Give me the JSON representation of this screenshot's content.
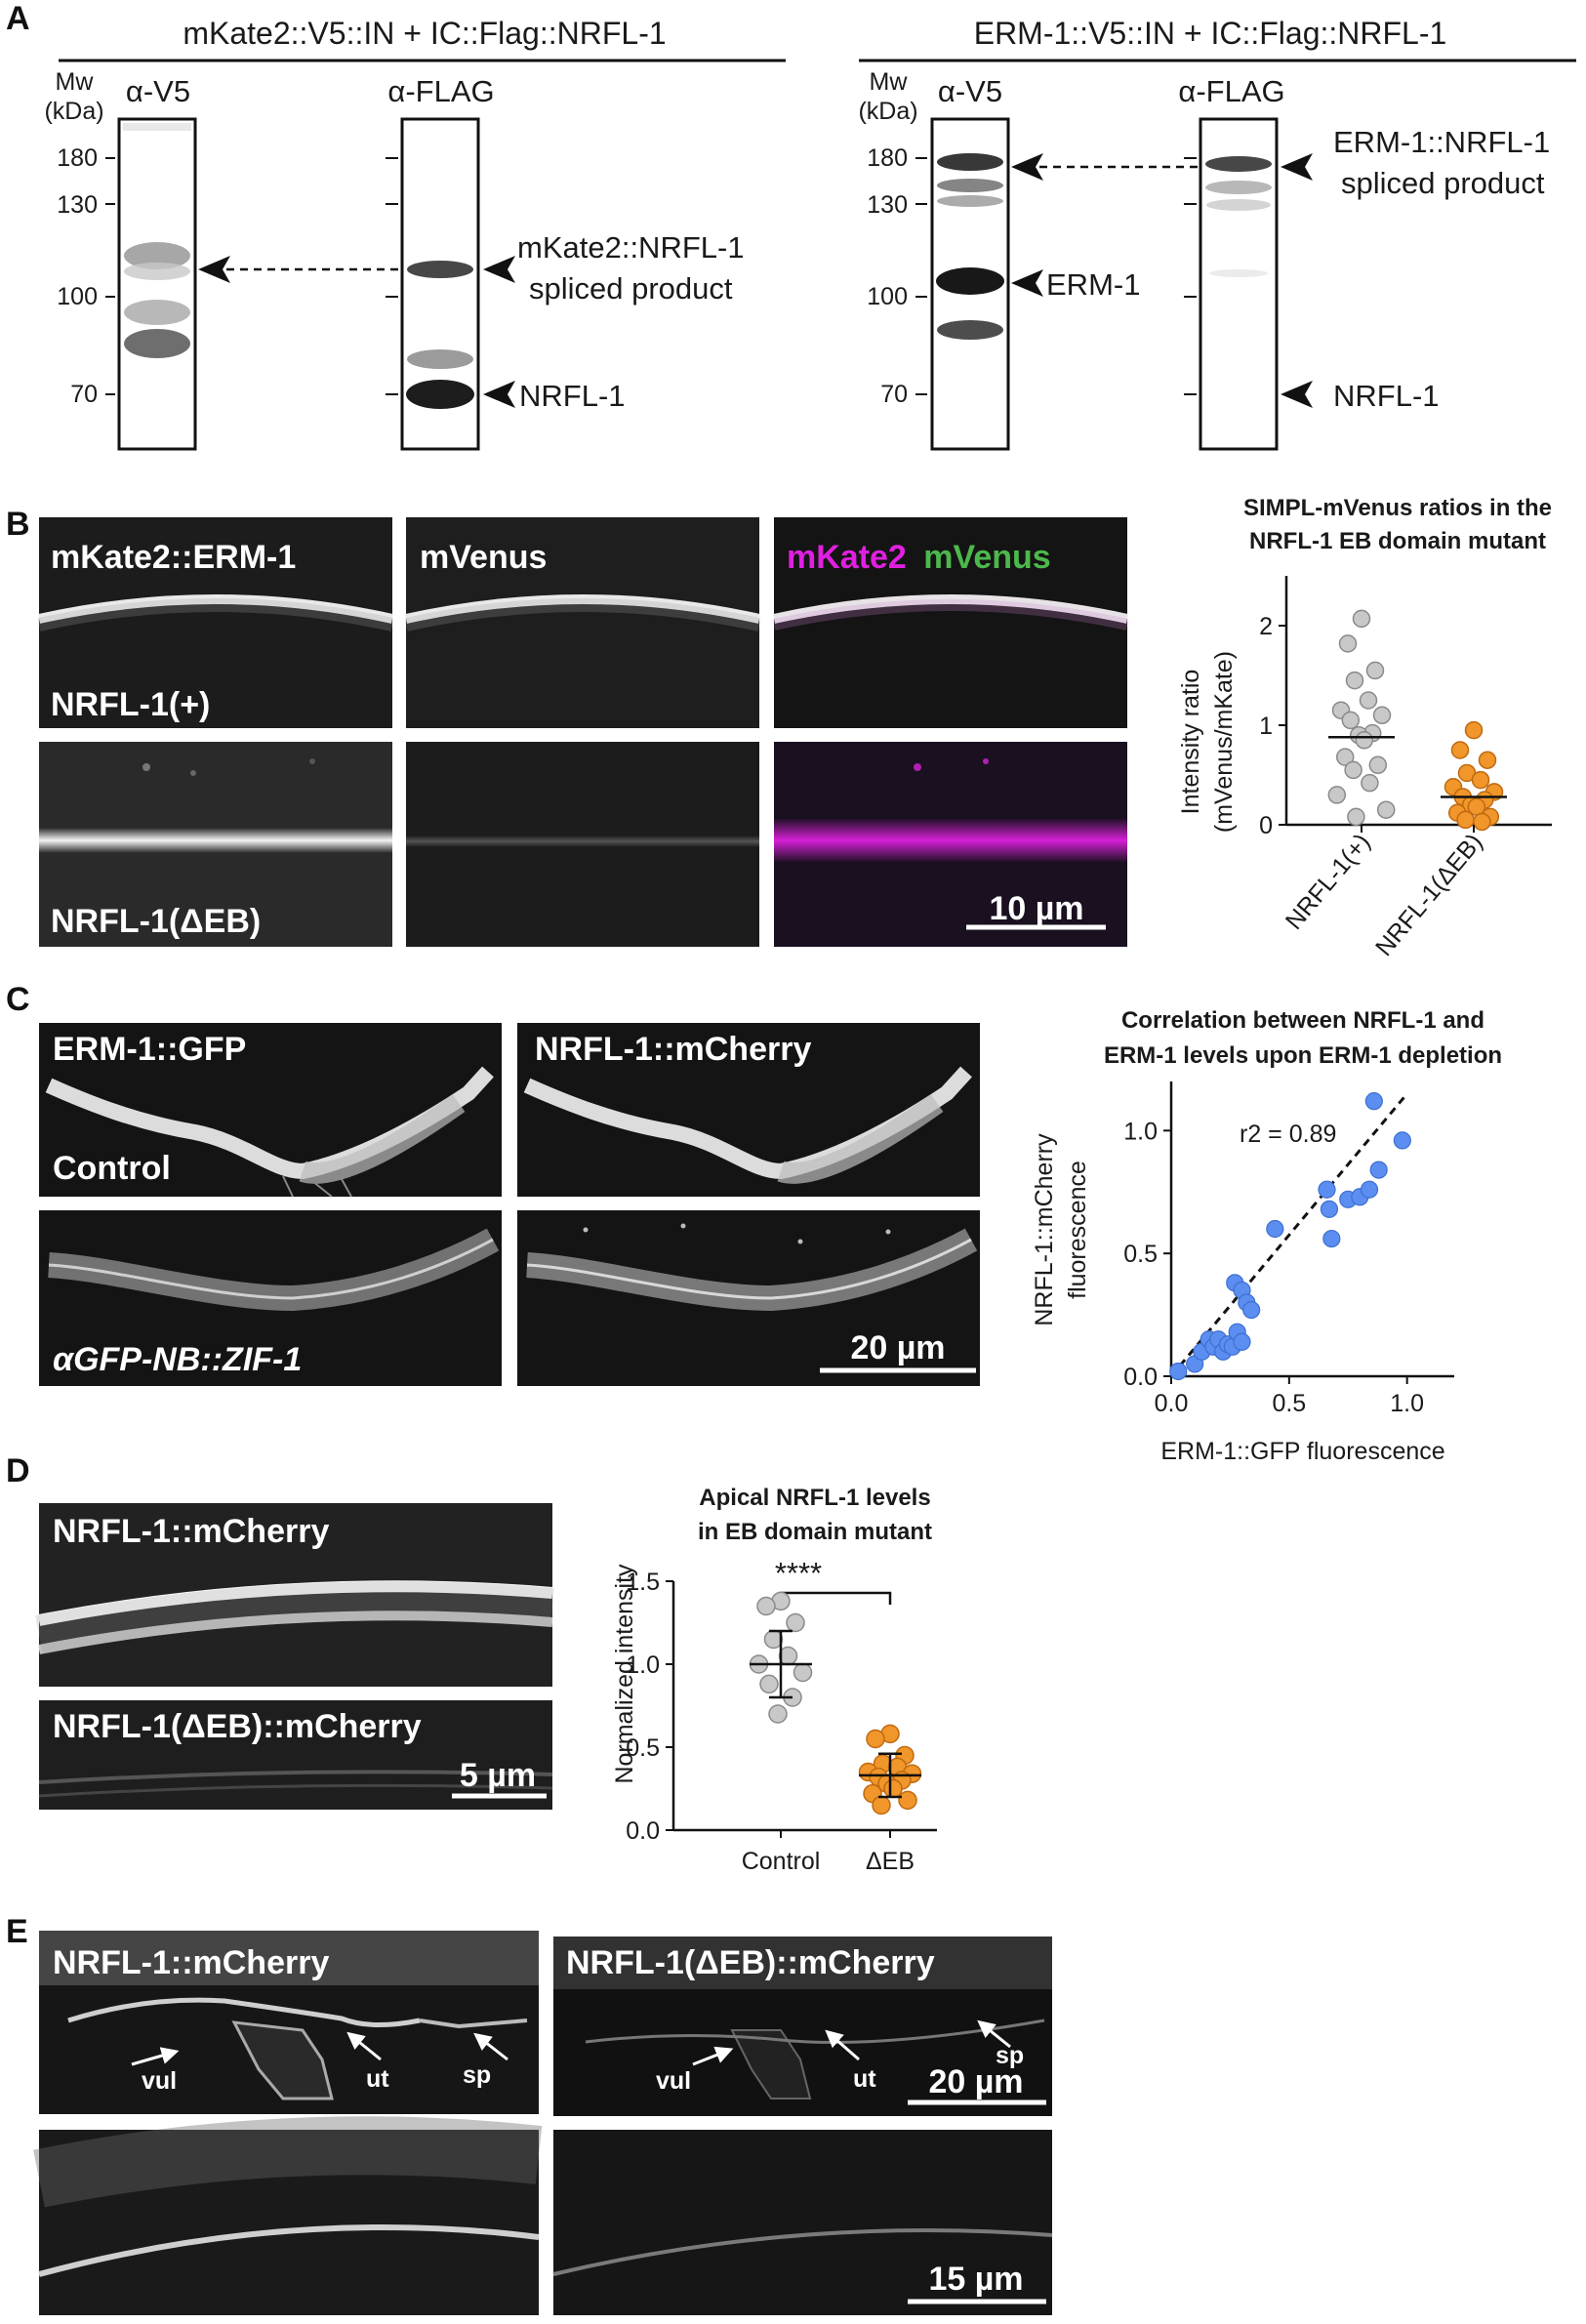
{
  "panels": {
    "A": {
      "letter": "A",
      "left": {
        "header": "mKate2::V5::IN + IC::Flag::NRFL-1",
        "mw_label_1": "Mw",
        "mw_label_2": "(kDa)",
        "lane1": "α-V5",
        "lane2": "α-FLAG",
        "markers": [
          "180",
          "130",
          "100",
          "70"
        ],
        "arrow1_line1": "mKate2::NRFL-1",
        "arrow1_line2": "spliced product",
        "arrow2": "NRFL-1"
      },
      "right": {
        "header": "ERM-1::V5::IN + IC::Flag::NRFL-1",
        "mw_label_1": "Mw",
        "mw_label_2": "(kDa)",
        "lane1": "α-V5",
        "lane2": "α-FLAG",
        "markers": [
          "180",
          "130",
          "100",
          "70"
        ],
        "arrow_erm": "ERM-1",
        "arrow1_line1": "ERM-1::NRFL-1",
        "arrow1_line2": "spliced product",
        "arrow2": "NRFL-1"
      }
    },
    "B": {
      "letter": "B",
      "col1": "mKate2::ERM-1",
      "col2": "mVenus",
      "col3a": "mKate2",
      "col3b": "mVenus",
      "row1": "NRFL-1(+)",
      "row2": "NRFL-1(ΔEB)",
      "scale": "10 µm",
      "colors": {
        "magenta": "#e020e0",
        "green": "#4cb84c"
      }
    },
    "C": {
      "letter": "C",
      "col1": "ERM-1::GFP",
      "col2": "NRFL-1::mCherry",
      "row1": "Control",
      "row2": "αGFP-NB::ZIF-1",
      "scale": "20 µm"
    },
    "D": {
      "letter": "D",
      "row1": "NRFL-1::mCherry",
      "row2": "NRFL-1(ΔEB)::mCherry",
      "scale": "5 µm"
    },
    "E": {
      "letter": "E",
      "left_title": "NRFL-1::mCherry",
      "right_title": "NRFL-1(ΔEB)::mCherry",
      "vul": "vul",
      "ut": "ut",
      "sp": "sp",
      "scale_top": "20 µm",
      "scale_bottom": "15 µm"
    }
  },
  "chart_data": [
    {
      "id": "B",
      "type": "scatter",
      "title": [
        "SIMPL-mVenus ratios in the",
        "NRFL-1 EB domain mutant"
      ],
      "ylabel": [
        "Intensity ratio",
        "(mVenus/mKate)"
      ],
      "categories": [
        "NRFL-1(+)",
        "NRFL-1(ΔEB)"
      ],
      "ylim": [
        0,
        2.5
      ],
      "yticks": [
        "0",
        "1",
        "2"
      ],
      "colors": [
        "#c8c8c8",
        "#f0962a"
      ],
      "series": [
        {
          "values": [
            2.07,
            1.82,
            1.55,
            1.45,
            1.25,
            1.15,
            1.1,
            1.05,
            0.92,
            0.9,
            0.85,
            0.68,
            0.6,
            0.55,
            0.42,
            0.3,
            0.15,
            0.08
          ],
          "median": 0.88
        },
        {
          "values": [
            0.95,
            0.75,
            0.65,
            0.52,
            0.45,
            0.38,
            0.33,
            0.28,
            0.25,
            0.2,
            0.18,
            0.12,
            0.08,
            0.05,
            0.03
          ],
          "median": 0.28
        }
      ]
    },
    {
      "id": "C",
      "type": "scatter",
      "title": [
        "Correlation between NRFL-1 and",
        "ERM-1 levels upon ERM-1 depletion"
      ],
      "xlabel": "ERM-1::GFP fluorescence",
      "ylabel": [
        "NRFL-1::mCherry",
        "fluorescence"
      ],
      "xlim": [
        0,
        1.2
      ],
      "ylim": [
        0,
        1.2
      ],
      "xticks": [
        "0.0",
        "0.5",
        "1.0"
      ],
      "yticks": [
        "0.0",
        "0.5",
        "1.0"
      ],
      "annotation": "r2 = 0.89",
      "color": "#5b8ef0",
      "points": [
        [
          0.03,
          0.02
        ],
        [
          0.1,
          0.05
        ],
        [
          0.13,
          0.1
        ],
        [
          0.16,
          0.15
        ],
        [
          0.18,
          0.12
        ],
        [
          0.2,
          0.15
        ],
        [
          0.22,
          0.1
        ],
        [
          0.24,
          0.13
        ],
        [
          0.26,
          0.12
        ],
        [
          0.27,
          0.38
        ],
        [
          0.28,
          0.18
        ],
        [
          0.3,
          0.14
        ],
        [
          0.3,
          0.35
        ],
        [
          0.32,
          0.3
        ],
        [
          0.34,
          0.27
        ],
        [
          0.44,
          0.6
        ],
        [
          0.66,
          0.76
        ],
        [
          0.67,
          0.68
        ],
        [
          0.68,
          0.56
        ],
        [
          0.75,
          0.72
        ],
        [
          0.8,
          0.73
        ],
        [
          0.84,
          0.76
        ],
        [
          0.86,
          1.12
        ],
        [
          0.88,
          0.84
        ],
        [
          0.98,
          0.96
        ]
      ],
      "fit": [
        [
          0.0,
          0.0
        ],
        [
          1.0,
          1.15
        ]
      ]
    },
    {
      "id": "D",
      "type": "scatter",
      "title": [
        "Apical NRFL-1 levels",
        "in EB domain mutant"
      ],
      "ylabel": "Normalized intensity",
      "categories": [
        "Control",
        "ΔEB"
      ],
      "ylim": [
        0,
        1.5
      ],
      "yticks": [
        "0.0",
        "0.5",
        "1.0",
        "1.5"
      ],
      "significance": "****",
      "colors": [
        "#c8c8c8",
        "#f0962a"
      ],
      "series": [
        {
          "values": [
            1.38,
            1.35,
            1.25,
            1.15,
            1.05,
            1.0,
            0.95,
            0.88,
            0.8,
            0.7
          ],
          "mean": 1.0,
          "sd": 0.2
        },
        {
          "values": [
            0.58,
            0.55,
            0.45,
            0.4,
            0.38,
            0.35,
            0.34,
            0.32,
            0.3,
            0.28,
            0.25,
            0.22,
            0.18,
            0.15
          ],
          "mean": 0.33,
          "sd": 0.13
        }
      ]
    }
  ]
}
